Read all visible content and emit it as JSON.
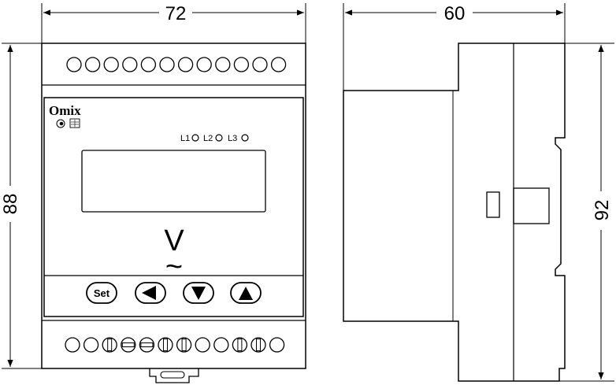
{
  "dimensions": {
    "width": "72",
    "depth": "60",
    "height_front": "88",
    "height_side": "92"
  },
  "front_panel": {
    "brand": "Omix",
    "leds": [
      {
        "label": "L1"
      },
      {
        "label": "L2"
      },
      {
        "label": "L3"
      }
    ],
    "unit_label": "V",
    "unit_symbol": "~",
    "buttons": [
      {
        "label": "Set",
        "icon": "set-button"
      },
      {
        "label": "",
        "icon": "arrow-left-icon"
      },
      {
        "label": "",
        "icon": "arrow-down-icon"
      },
      {
        "label": "",
        "icon": "arrow-up-icon"
      }
    ]
  },
  "terminals": {
    "top": [
      "empty",
      "empty",
      "empty",
      "empty",
      "empty",
      "empty",
      "empty",
      "empty",
      "empty",
      "empty",
      "empty",
      "empty"
    ],
    "bottom": [
      "empty",
      "empty",
      "screw-vertical",
      "screw-horizontal",
      "screw-horizontal",
      "screw-vertical",
      "screw-vertical",
      "empty",
      "empty",
      "screw-vertical",
      "screw-vertical",
      "empty"
    ]
  }
}
